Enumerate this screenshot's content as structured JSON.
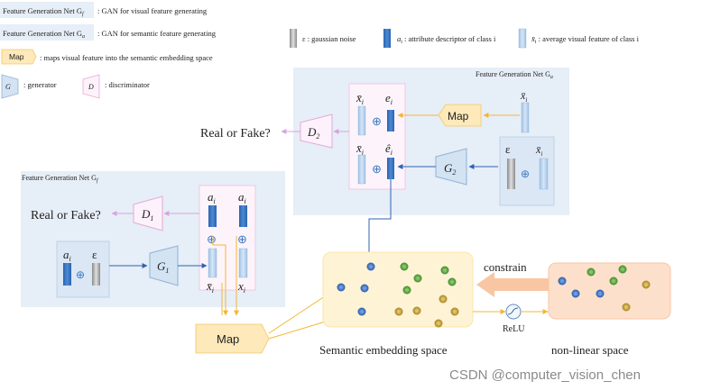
{
  "legend": {
    "gf_box": "Feature Generation Net G",
    "gf_sub": "f",
    "gf_desc": ": GAN for visual feature generating",
    "ga_box": "Feature Generation Net G",
    "ga_sub": "a",
    "ga_desc": ": GAN for semantic feature generating",
    "map_box": "Map",
    "map_desc": ": maps  visual feature  into the semantic embedding space",
    "g_box": "G",
    "g_desc": ": generator",
    "d_box": "D",
    "d_desc": ": discriminator",
    "eps_desc": "ε : gaussian noise",
    "ai_desc": "a",
    "ai_sub": "i",
    "ai_rest": " : attribute descriptor of class i",
    "xbar_desc": "x̄",
    "xbar_sub": "i",
    "xbar_rest": " : average visual feature of class i"
  },
  "ga_panel": {
    "title": "Feature Generation Net G",
    "title_sub": "a",
    "real_fake": "Real or Fake?",
    "d2": "D",
    "d2_sub": "2",
    "g2": "G",
    "g2_sub": "2",
    "map": "Map",
    "xbar_top": "x̄",
    "xbar_top_sub": "i",
    "e_top": "e",
    "e_top_sub": "i",
    "xbar_bot": "x̄",
    "xbar_bot_sub": "i",
    "e_bot": "ê",
    "e_bot_sub": "i",
    "map_input": "x̄",
    "map_input_sub": "i",
    "noise": "ε",
    "noise_x": "x̄",
    "noise_x_sub": "i",
    "plus": "⊕"
  },
  "gf_panel": {
    "title": "Feature Generation Net  G",
    "title_sub": "f",
    "real_fake": "Real or Fake?",
    "d1": "D",
    "d1_sub": "1",
    "g1": "G",
    "g1_sub": "1",
    "a1": "a",
    "a1_sub": "i",
    "a2": "a",
    "a2_sub": "i",
    "x1": "x̄",
    "x1_sub": "i",
    "x2": "x",
    "x2_sub": "i",
    "in_a": "a",
    "in_a_sub": "i",
    "in_eps": "ε",
    "plus": "⊕"
  },
  "bottom": {
    "map": "Map",
    "semantic_space": "Semantic embedding space",
    "nonlinear_space": "non-linear space",
    "constrain": "constrain",
    "relu": "ReLU"
  },
  "watermark": "CSDN @computer_vision_chen",
  "colors": {
    "panel_bg": "#e6eef7",
    "blue_bar": "#3c79c3",
    "light_bar": "#bcd5ee",
    "map_fill": "#fde9b9",
    "gen_fill": "#d3e3f2",
    "disc_stroke": "#e6a8d6",
    "semantic_fill": "#fff3d6",
    "nonlinear_fill": "#fde0cc",
    "arrow_yellow": "#f4b731",
    "arrow_purple": "#d8a3e2",
    "arrow_blue": "#2f63b2",
    "constrain_arrow": "#f8c6a3"
  }
}
